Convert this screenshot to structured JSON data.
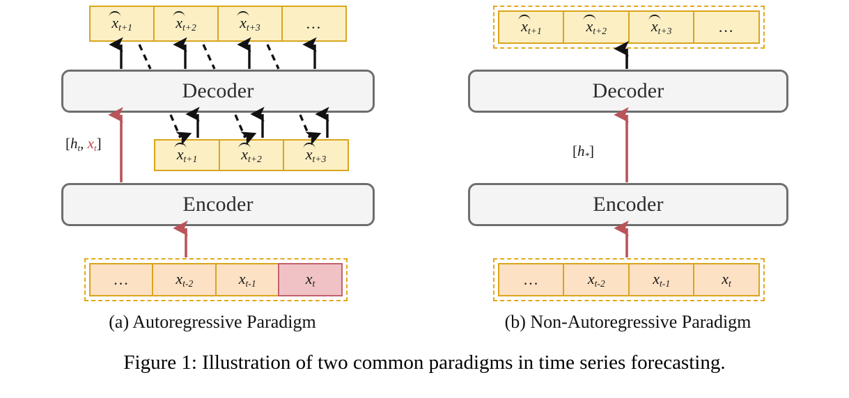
{
  "figure": {
    "caption": "Figure 1: Illustration of two common paradigms in time series forecasting."
  },
  "panel_a": {
    "subcaption": "(a) Autoregressive Paradigm",
    "decoder_label": "Decoder",
    "encoder_label": "Encoder",
    "latent_label_open": "[",
    "latent_label_h": "h",
    "latent_label_h_sub": "t",
    "latent_label_comma": ", ",
    "latent_label_x": "x",
    "latent_label_x_sub": "t",
    "latent_label_close": "]",
    "output_row": {
      "dashed_border": false,
      "cells": [
        {
          "base": "x",
          "hat": true,
          "sub": "t+1",
          "style": "pred"
        },
        {
          "base": "x",
          "hat": true,
          "sub": "t+2",
          "style": "pred"
        },
        {
          "base": "x",
          "hat": true,
          "sub": "t+3",
          "style": "pred"
        },
        {
          "base": "...",
          "hat": false,
          "sub": "",
          "style": "pred"
        }
      ]
    },
    "feedback_row": {
      "dashed_border": false,
      "cells": [
        {
          "base": "x",
          "hat": true,
          "sub": "t+1",
          "style": "pred"
        },
        {
          "base": "x",
          "hat": true,
          "sub": "t+2",
          "style": "pred"
        },
        {
          "base": "x",
          "hat": true,
          "sub": "t+3",
          "style": "pred"
        }
      ]
    },
    "input_row": {
      "dashed_border": true,
      "cells": [
        {
          "base": "...",
          "hat": false,
          "sub": "",
          "style": "inp"
        },
        {
          "base": "x",
          "hat": false,
          "sub": "t-2",
          "style": "inp"
        },
        {
          "base": "x",
          "hat": false,
          "sub": "t-1",
          "style": "inp"
        },
        {
          "base": "x",
          "hat": false,
          "sub": "t",
          "style": "hl"
        }
      ]
    }
  },
  "panel_b": {
    "subcaption": "(b) Non-Autoregressive Paradigm",
    "decoder_label": "Decoder",
    "encoder_label": "Encoder",
    "latent_label_open": "[",
    "latent_label_h": "h",
    "latent_label_h_sub": "*",
    "latent_label_close": "]",
    "output_row": {
      "dashed_border": true,
      "cells": [
        {
          "base": "x",
          "hat": true,
          "sub": "t+1",
          "style": "pred"
        },
        {
          "base": "x",
          "hat": true,
          "sub": "t+2",
          "style": "pred"
        },
        {
          "base": "x",
          "hat": true,
          "sub": "t+3",
          "style": "pred"
        },
        {
          "base": "...",
          "hat": false,
          "sub": "",
          "style": "pred"
        }
      ]
    },
    "input_row": {
      "dashed_border": true,
      "cells": [
        {
          "base": "...",
          "hat": false,
          "sub": "",
          "style": "inp"
        },
        {
          "base": "x",
          "hat": false,
          "sub": "t-2",
          "style": "inp"
        },
        {
          "base": "x",
          "hat": false,
          "sub": "t-1",
          "style": "inp"
        },
        {
          "base": "x",
          "hat": false,
          "sub": "t",
          "style": "inp"
        }
      ]
    }
  },
  "colors": {
    "token_border_gold": "#d9a51c",
    "dashed_gold": "#e3a81b",
    "prediction_fill": "#fcefc4",
    "input_fill": "#fde1c4",
    "highlight_fill": "#f0c2c6",
    "highlight_border": "#c0616c",
    "block_fill": "#f4f4f4",
    "block_border": "#6e6e6e",
    "red_arrow": "#b9545a",
    "black_arrow": "#111111"
  }
}
